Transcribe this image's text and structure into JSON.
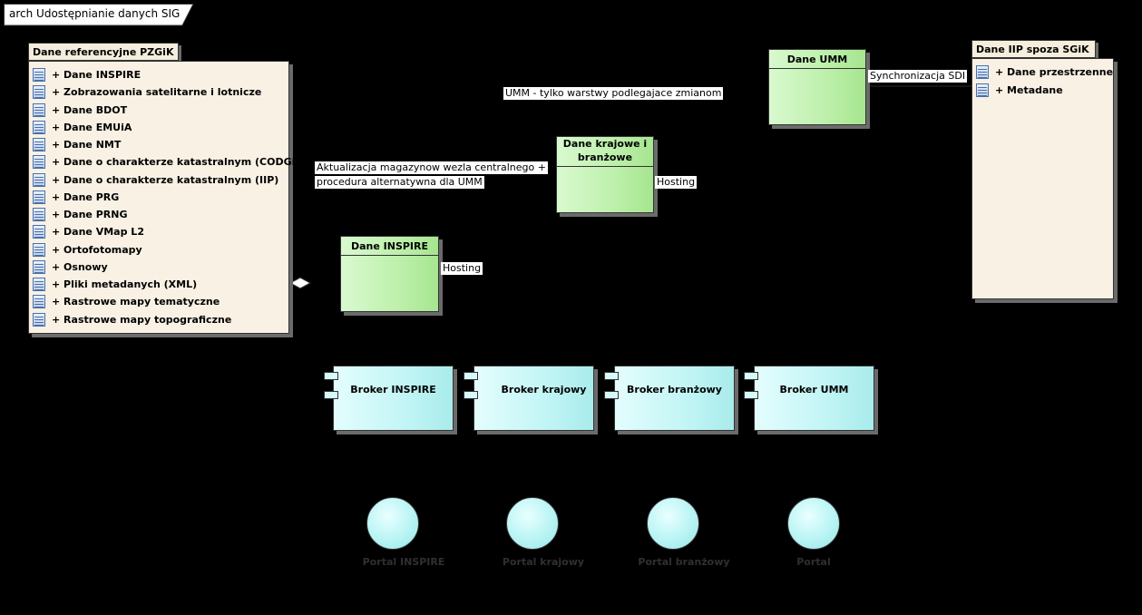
{
  "frame": {
    "title": "arch Udostępnianie danych SIG"
  },
  "packages": {
    "ref": {
      "name": "Dane referencyjne PZGiK",
      "items": [
        "+ Dane INSPIRE",
        "+ Zobrazowania satelitarne i lotnicze",
        "+ Dane BDOT",
        "+ Dane EMUiA",
        "+ Dane NMT",
        "+ Dane o charakterze katastralnym (CODGiK)",
        "+ Dane o charakterze katastralnym (IIP)",
        "+ Dane PRG",
        "+ Dane PRNG",
        "+ Dane VMap L2",
        "+ Ortofotomapy",
        "+ Osnowy",
        "+ Pliki metadanych (XML)",
        "+ Rastrowe mapy tematyczne",
        "+ Rastrowe mapy topograficzne"
      ]
    },
    "iip": {
      "name": "Dane IIP spoza SGiK",
      "items": [
        "+ Dane przestrzenne",
        "+ Metadane"
      ]
    }
  },
  "nodes": {
    "umm": "Dane UMM",
    "krajowe": "Dane krajowe i branżowe",
    "inspire": "Dane INSPIRE"
  },
  "components": {
    "inspire": "Broker INSPIRE",
    "krajowy": "Broker krajowy",
    "branzowy": "Broker branżowy",
    "umm": "Broker UMM"
  },
  "interfaces": {
    "inspire": "Portal INSPIRE",
    "krajowy": "Portal krajowy",
    "branzowy": "Portal branżowy",
    "umm": "Portal"
  },
  "connectors": {
    "sync": "Synchronizacja SDI",
    "umm_note": "UMM - tylko warstwy podlegajace zmianom",
    "aktualizacja_1": "Aktualizacja magazynow wezla centralnego +",
    "aktualizacja_2": "procedura alternatywna dla UMM",
    "hosting_1": "Hosting",
    "hosting_2": "Hosting"
  }
}
